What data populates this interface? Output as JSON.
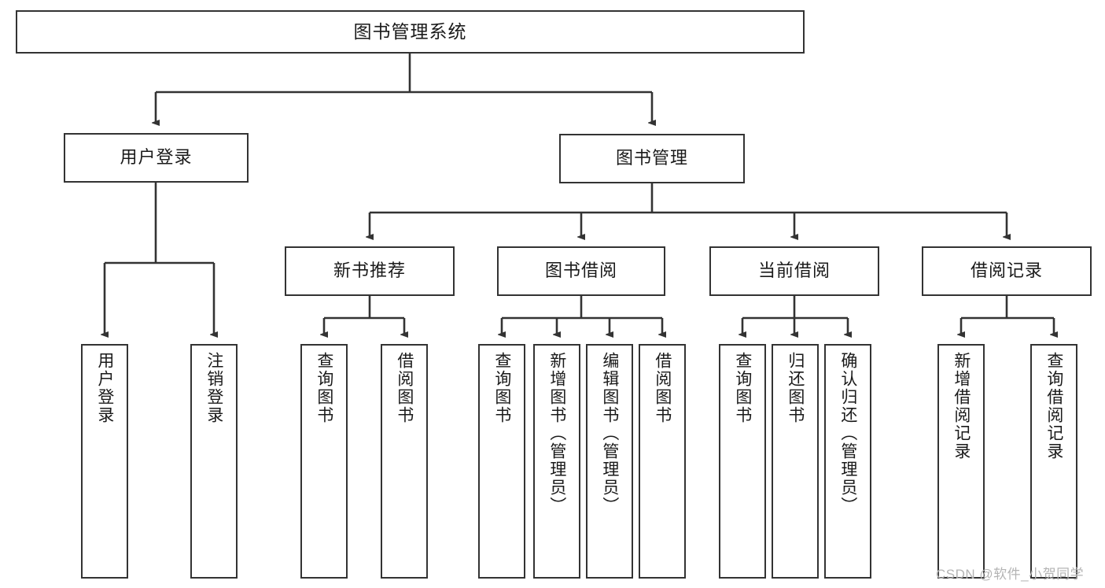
{
  "diagram": {
    "title": "图书管理系统",
    "type": "tree-hierarchy-diagram",
    "root": {
      "label": "图书管理系统"
    },
    "level2": [
      {
        "label": "用户登录"
      },
      {
        "label": "图书管理"
      }
    ],
    "level3": [
      {
        "label": "新书推荐"
      },
      {
        "label": "图书借阅"
      },
      {
        "label": "当前借阅"
      },
      {
        "label": "借阅记录"
      }
    ],
    "leaves": {
      "user_login": [
        {
          "label": "用户登录"
        },
        {
          "label": "注销登录"
        }
      ],
      "new_book_recommend": [
        {
          "label": "查询图书"
        },
        {
          "label": "借阅图书"
        }
      ],
      "book_borrow": [
        {
          "label": "查询图书"
        },
        {
          "label": "新增图书（管理员）"
        },
        {
          "label": "编辑图书（管理员）"
        },
        {
          "label": "借阅图书"
        }
      ],
      "current_borrow": [
        {
          "label": "查询图书"
        },
        {
          "label": "归还图书"
        },
        {
          "label": "确认归还（管理员）"
        }
      ],
      "borrow_record": [
        {
          "label": "新增借阅记录"
        },
        {
          "label": "查询借阅记录"
        }
      ]
    }
  },
  "watermark": {
    "text": "CSDN @软件_小贺同学"
  },
  "colors": {
    "stroke": "#333333",
    "background": "#ffffff",
    "text": "#1a1a1a",
    "watermark": "#b4b4b4"
  }
}
